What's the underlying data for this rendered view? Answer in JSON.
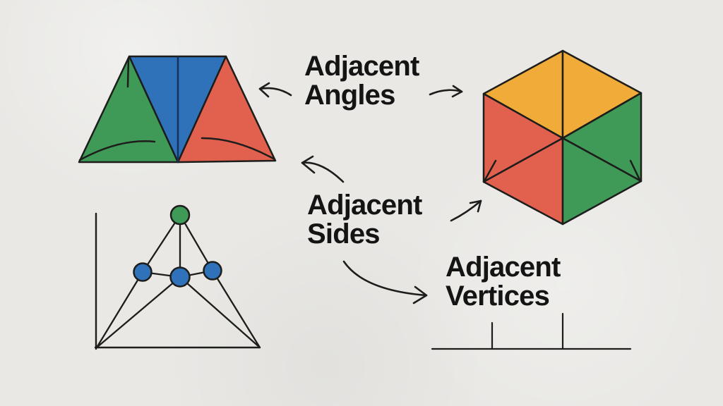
{
  "canvas": {
    "background": "#e9e8e5"
  },
  "palette": {
    "green": "#3f9a57",
    "blue": "#2f72ba",
    "red": "#e2604e",
    "orange": "#f0ab38",
    "line": "#1d1d1b",
    "blue_divider": "#16325a",
    "text": "#141414"
  },
  "labels": {
    "angles": {
      "line1": "Adjacent",
      "line2": "Angles"
    },
    "sides": {
      "line1": "Adjacent",
      "line2": "Sides"
    },
    "vertices": {
      "line1": "Adjacent",
      "line2": "Vertices"
    }
  }
}
